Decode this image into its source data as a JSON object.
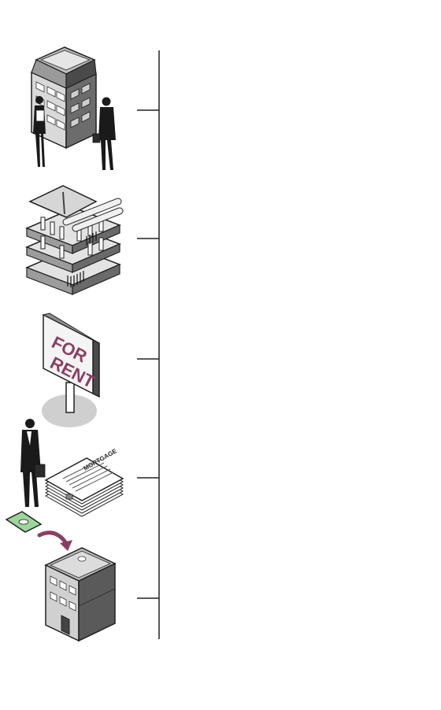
{
  "illustrations": [
    {
      "id": "building-with-business-people",
      "icon": "office-building-handshake-icon"
    },
    {
      "id": "construction-floors",
      "icon": "construction-floors-icon"
    },
    {
      "id": "for-rent-sign",
      "icon": "for-rent-sign-icon",
      "sign_line_1": "FOR",
      "sign_line_2": "RENT"
    },
    {
      "id": "mortgage-documents",
      "icon": "mortgage-documents-icon",
      "document_title": "MORTGAGE"
    },
    {
      "id": "money-to-building",
      "icon": "money-to-building-icon"
    }
  ],
  "colors": {
    "accent": "#8a3f62",
    "line": "#222222",
    "dark": "#1a1a1a",
    "mid": "#6a6a6a",
    "light": "#cfcfcf",
    "money": "#9bd79b"
  }
}
